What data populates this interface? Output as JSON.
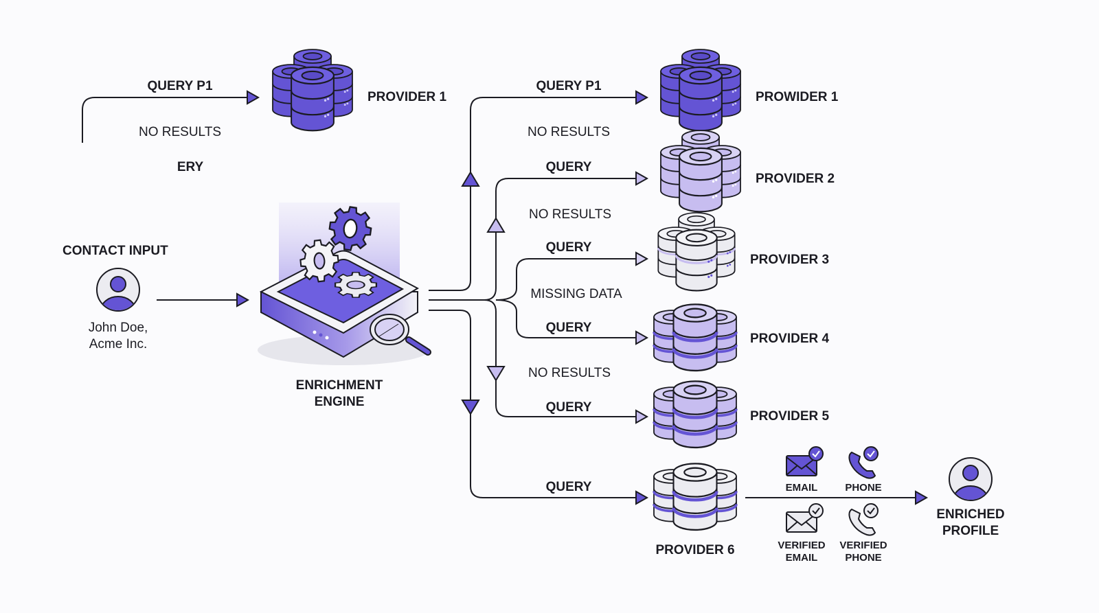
{
  "colors": {
    "accent": "#6454d4",
    "accent_light": "#c7bdf0",
    "accent_lighter": "#d8d2f4",
    "neutral_db": "#ececf1",
    "stroke": "#1b1b22",
    "background": "#fbfbfd"
  },
  "contact": {
    "title": "CONTACT INPUT",
    "name_line1": "John Doe,",
    "name_line2": "Acme Inc."
  },
  "engine": {
    "label_line1": "ENRICHMENT",
    "label_line2": "ENGINE"
  },
  "ghost": {
    "query_label": "QUERY P1",
    "provider_label": "PROVIDER 1",
    "status_label": "NO RESULTS",
    "truncated_label": "ERY"
  },
  "providers": [
    {
      "name": "PROWIDER 1",
      "query_label": "QUERY P1",
      "style": "dark"
    },
    {
      "name": "PROVIDER 2",
      "query_label": "QUERY",
      "style": "light"
    },
    {
      "name": "PROVIDER 3",
      "query_label": "QUERY",
      "style": "neutral"
    },
    {
      "name": "PROVIDER 4",
      "query_label": "QUERY",
      "style": "light-banded"
    },
    {
      "name": "PROVIDER 5",
      "query_label": "QUERY",
      "style": "light-banded"
    },
    {
      "name": "PROVIDER 6",
      "query_label": "QUERY",
      "style": "neutral-banded"
    }
  ],
  "statuses": [
    "NO RESULTS",
    "NO RESULTS",
    "MISSING DATA",
    "NO RESULTS"
  ],
  "outputs": {
    "email": "EMAIL",
    "phone": "PHONE",
    "verified_email_line1": "VERIFIED",
    "verified_email_line2": "EMAIL",
    "verified_phone_line1": "VERIFIED",
    "verified_phone_line2": "PHONE"
  },
  "result": {
    "label_line1": "ENRICHED",
    "label_line2": "PROFILE"
  }
}
